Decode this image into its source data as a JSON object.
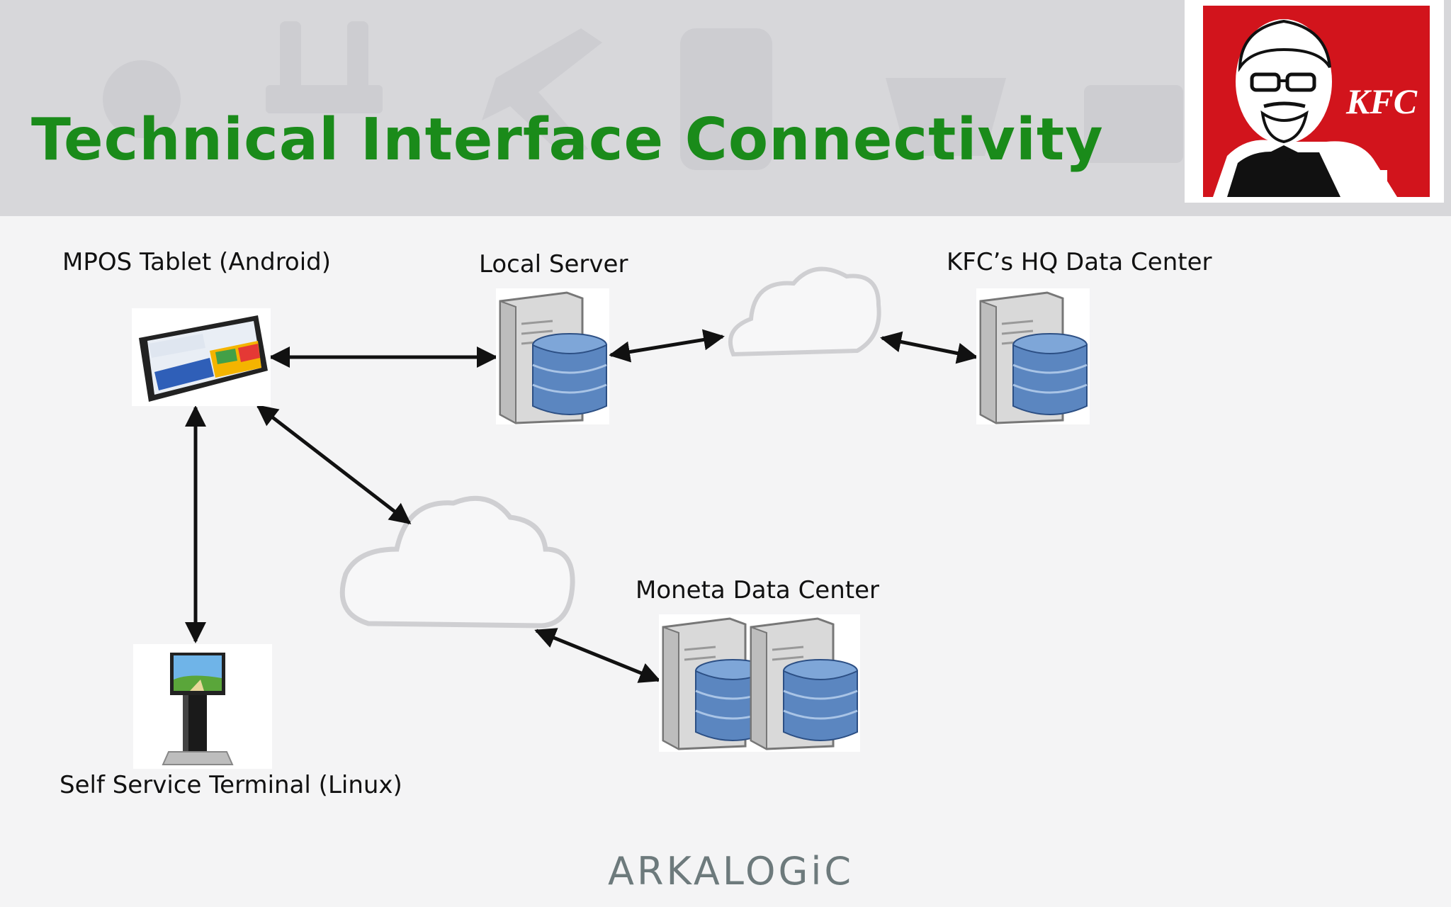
{
  "slide": {
    "title": "Technical Interface Connectivity",
    "brand": "ARKALOGiC",
    "logo": {
      "text": "KFC",
      "icon": "kfc-colonel-logo"
    }
  },
  "nodes": {
    "mpos": {
      "label": "MPOS Tablet (Android)",
      "icon": "tablet-icon"
    },
    "local_server": {
      "label": "Local Server",
      "icon": "server-database-icon"
    },
    "hq": {
      "label": "KFC’s HQ Data Center",
      "icon": "server-database-icon"
    },
    "moneta": {
      "label": "Moneta Data Center",
      "icon": "server-database-icon"
    },
    "terminal": {
      "label": "Self Service Terminal (Linux)",
      "icon": "kiosk-icon"
    }
  },
  "colors": {
    "title": "#1a8b1a",
    "header_bg": "#d7d7da",
    "logo_red": "#d2141c",
    "db_blue": "#5b86c0"
  }
}
